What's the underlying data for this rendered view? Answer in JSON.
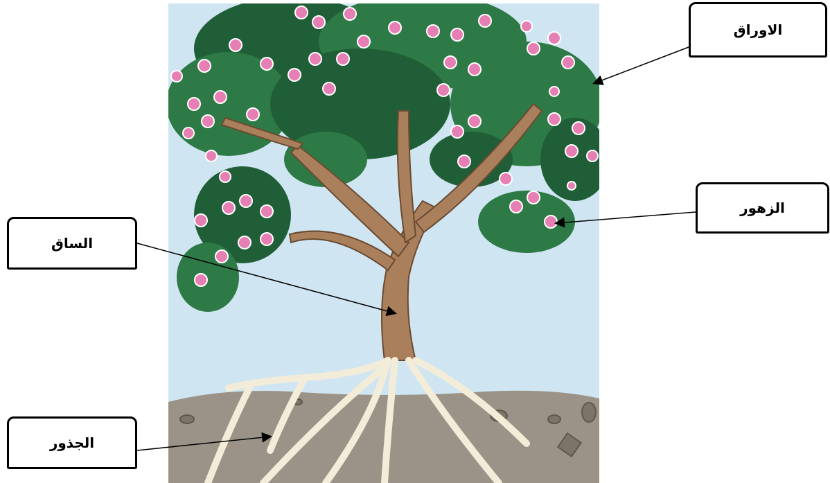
{
  "labels": {
    "leaves": "الاوراق",
    "flowers": "الزهور",
    "stem": "الساق",
    "roots": "الجذور"
  },
  "colors": {
    "sky": "#cfe6f2",
    "leaf_dark": "#1f5e36",
    "leaf_mid": "#2e7a46",
    "flower_pink": "#e57fb4",
    "bark": "#a97f5c",
    "soil": "#9b9387",
    "root": "#f3ecd8"
  }
}
